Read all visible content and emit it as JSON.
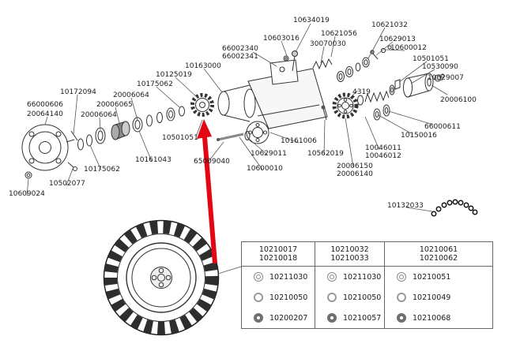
{
  "labels": [
    "10634019",
    "10603016",
    "10621056",
    "10621032",
    "30070030",
    "10629013",
    "10600012",
    "66002340",
    "66002341",
    "10501051",
    "10530090",
    "10163000",
    "10629007",
    "10125019",
    "10175062",
    "20006100",
    "10172094",
    "20006064",
    "4319",
    "66000606",
    "20006065",
    "20064140",
    "20006064",
    "66000611",
    "10150016",
    "10161006",
    "10501051",
    "10629011",
    "10562019",
    "10046011",
    "10046012",
    "10161043",
    "65009040",
    "10600010",
    "20006150",
    "20006140",
    "10175062",
    "10502077",
    "10609024",
    "10132033"
  ],
  "table": {
    "columns": [
      {
        "header": [
          "10210017",
          "10210018"
        ],
        "rows": [
          {
            "icon": "bearing-icon",
            "part": "10211030"
          },
          {
            "icon": "washer-icon",
            "part": "10210050"
          },
          {
            "icon": "seal-icon",
            "part": "10200207"
          }
        ]
      },
      {
        "header": [
          "10210032",
          "10210033"
        ],
        "rows": [
          {
            "icon": "bearing-icon",
            "part": "10211030"
          },
          {
            "icon": "washer-icon",
            "part": "10210050"
          },
          {
            "icon": "seal-icon",
            "part": "10210057"
          }
        ]
      },
      {
        "header": [
          "10210061",
          "10210062"
        ],
        "rows": [
          {
            "icon": "bearing-icon",
            "part": "10210051"
          },
          {
            "icon": "washer-icon",
            "part": "10210049"
          },
          {
            "icon": "seal-icon",
            "part": "10210068"
          }
        ]
      }
    ]
  },
  "colors": {
    "arrow": "#e30613",
    "line": "#333333",
    "text": "#1b1b1b"
  }
}
